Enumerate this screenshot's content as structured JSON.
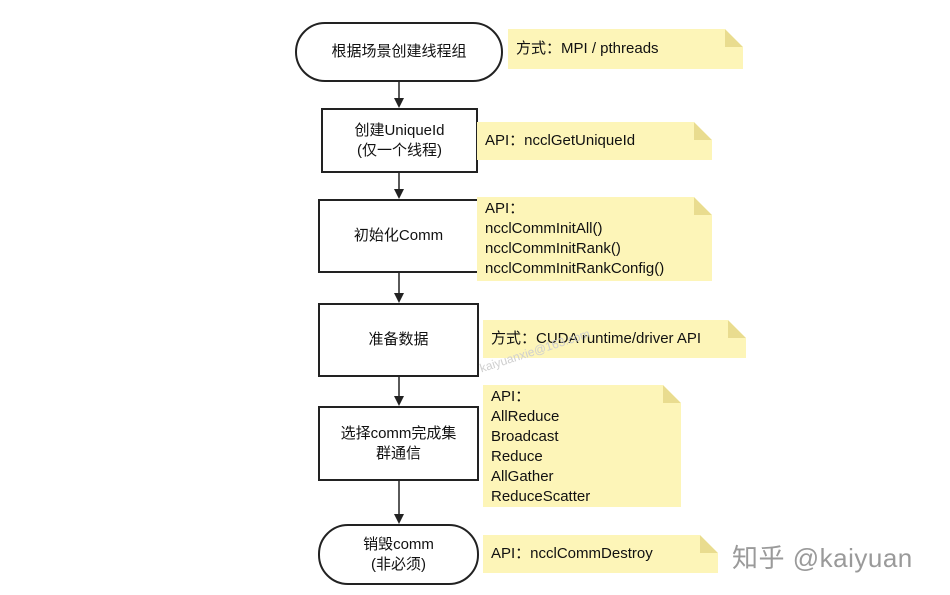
{
  "steps": [
    {
      "lines": [
        "根据场景创建线程组"
      ]
    },
    {
      "lines": [
        "创建UniqueId",
        "(仅一个线程)"
      ]
    },
    {
      "lines": [
        "初始化Comm"
      ]
    },
    {
      "lines": [
        "准备数据"
      ]
    },
    {
      "lines": [
        "选择comm完成集",
        "群通信"
      ]
    },
    {
      "lines": [
        "销毁comm",
        "(非必须)"
      ]
    }
  ],
  "notes": [
    {
      "lines": [
        "方式：MPI / pthreads"
      ]
    },
    {
      "lines": [
        "API：ncclGetUniqueId"
      ]
    },
    {
      "lines": [
        "API：",
        "ncclCommInitAll()",
        "ncclCommInitRank()",
        "ncclCommInitRankConfig()"
      ]
    },
    {
      "lines": [
        "方式：CUDA runtime/driver API"
      ]
    },
    {
      "lines": [
        "API：",
        "AllReduce",
        "Broadcast",
        "Reduce",
        "AllGather",
        "ReduceScatter"
      ]
    },
    {
      "lines": [
        "API：ncclCommDestroy"
      ]
    }
  ],
  "watermark": "知乎 @kaiyuan",
  "faint_watermark": "kaiyuanxie@163.com"
}
